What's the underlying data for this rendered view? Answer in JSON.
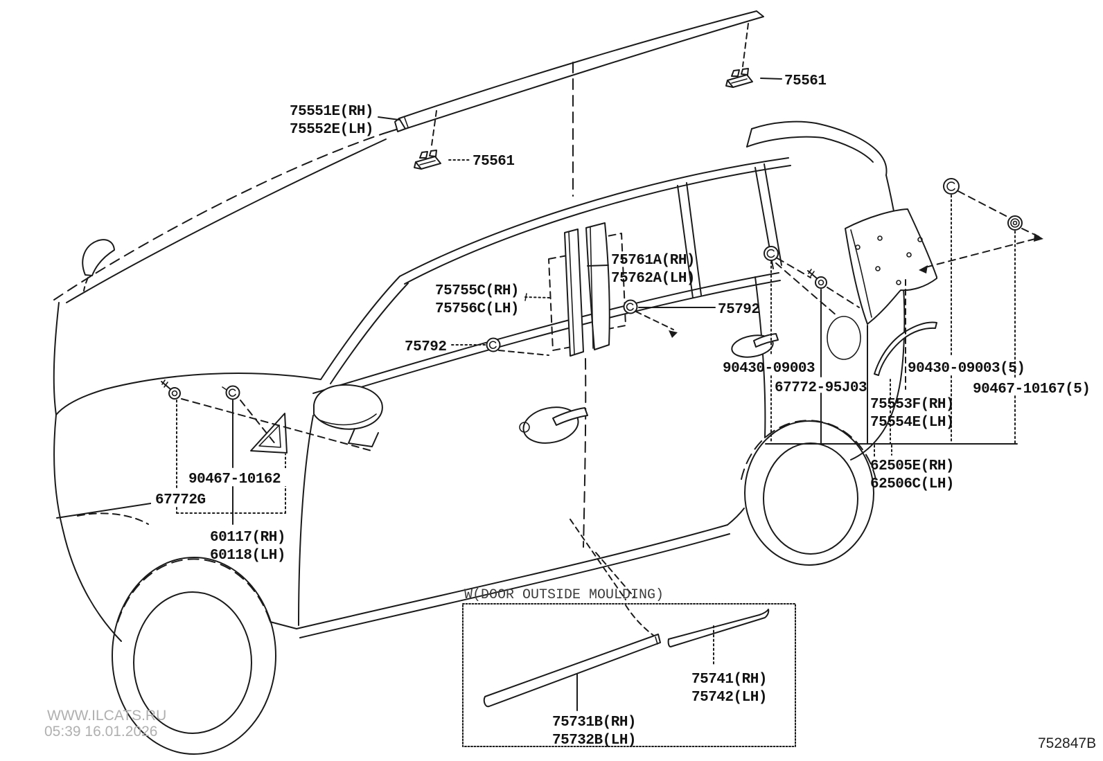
{
  "diagram_code": "752847B",
  "watermark": {
    "site": "WWW.ILCATS.RU",
    "timestamp": "05:39 16.01.2026"
  },
  "inset": {
    "title": "W(DOOR OUTSIDE MOULDING)"
  },
  "colors": {
    "line": "#1a1a1a",
    "watermark": "#b0b0b0",
    "background": "#ffffff"
  },
  "callouts": {
    "roof_moulding_rh": "75551E(RH)",
    "roof_moulding_lh": "75552E(LH)",
    "clip_top": "75561",
    "clip_mid": "75561",
    "front_pillar_tape_rh": "75755C(RH)",
    "front_pillar_tape_lh": "75756C(LH)",
    "rear_pillar_tape_rh": "75761A(RH)",
    "rear_pillar_tape_lh": "75762A(LH)",
    "pad_upper": "75792",
    "pad_lower": "75792",
    "garnish_screw": "67772G",
    "garnish_grommet": "90467-10162",
    "windshield_garnish_rh": "60117(RH)",
    "windshield_garnish_lh": "60118(LH)",
    "quarter_grommet": "90430-09003",
    "quarter_screw": "67772-95J03",
    "quarter_grommet_5": "90430-09003(5)",
    "quarter_clip_5": "90467-10167(5)",
    "quarter_protector_rh": "75553F(RH)",
    "quarter_protector_lh": "75554E(LH)",
    "wheel_arch_moulding_rh": "62505E(RH)",
    "wheel_arch_moulding_lh": "62506C(LH)",
    "front_door_moulding_rh": "75731B(RH)",
    "front_door_moulding_lh": "75732B(LH)",
    "rear_door_moulding_rh": "75741(RH)",
    "rear_door_moulding_lh": "75742(LH)"
  }
}
